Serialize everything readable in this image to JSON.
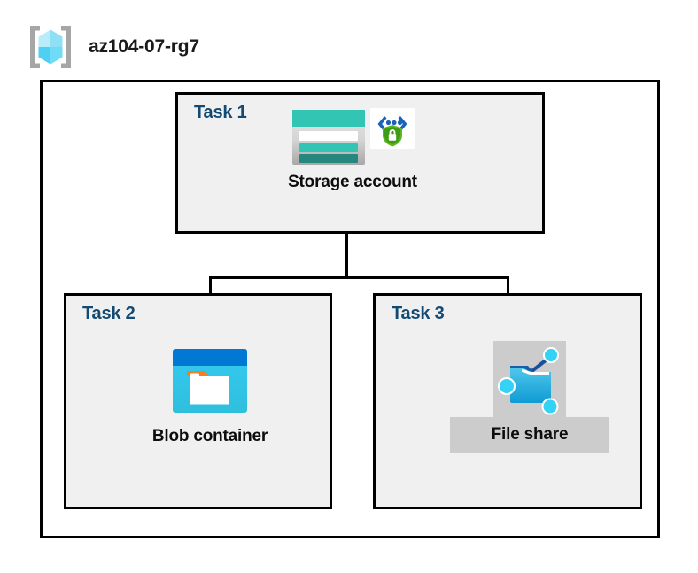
{
  "resource_group": {
    "name": "az104-07-rg7",
    "icon": "resource-group-cube-icon"
  },
  "tasks": [
    {
      "id": "task-1",
      "label": "Task 1",
      "node": {
        "caption": "Storage account",
        "icons": [
          "storage-account-icon",
          "secure-endpoint-shield-icon"
        ],
        "highlighted": false
      }
    },
    {
      "id": "task-2",
      "label": "Task 2",
      "node": {
        "caption": "Blob container",
        "icons": [
          "blob-container-icon"
        ],
        "highlighted": false
      }
    },
    {
      "id": "task-3",
      "label": "Task 3",
      "node": {
        "caption": "File share",
        "icons": [
          "file-share-icon"
        ],
        "highlighted": true
      }
    }
  ],
  "colors": {
    "task_label": "#134A73",
    "box_border": "#000000",
    "task_fill": "#F0F0F0",
    "canvas": "#FFFFFF",
    "highlight": "#CCCCCC",
    "storage_teal": "#32C5B4",
    "storage_teal_dark": "#27867E",
    "blob_blue": "#0078D4",
    "blob_cyan": "#32C8F0",
    "blob_orange": "#F08022",
    "shield_green": "#5CB522",
    "connector_blue": "#1B4E9B",
    "cube_cyan": "#9FE9FA",
    "bracket_gray": "#A6A6A6"
  },
  "connections": [
    {
      "from": "Storage account",
      "to": "Blob container"
    },
    {
      "from": "Storage account",
      "to": "File share"
    }
  ]
}
